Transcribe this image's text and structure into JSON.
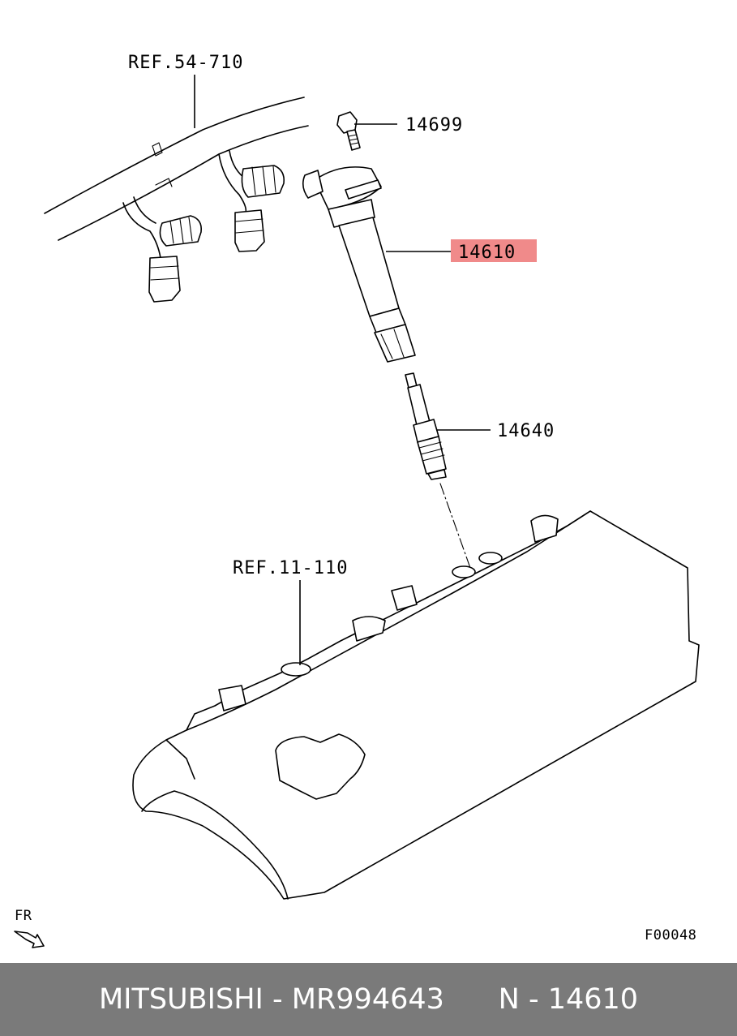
{
  "callouts": {
    "ref_harness": "REF.54-710",
    "bolt": "14699",
    "coil": "14610",
    "plug": "14640",
    "ref_head": "REF.11-110",
    "direction": "FR",
    "figure_code": "F00048"
  },
  "highlight_color": "#f08a8a",
  "footer": {
    "brand": "MITSUBISHI",
    "separator": " - ",
    "part_number": "MR994643",
    "ref_number": "N - 14610"
  }
}
